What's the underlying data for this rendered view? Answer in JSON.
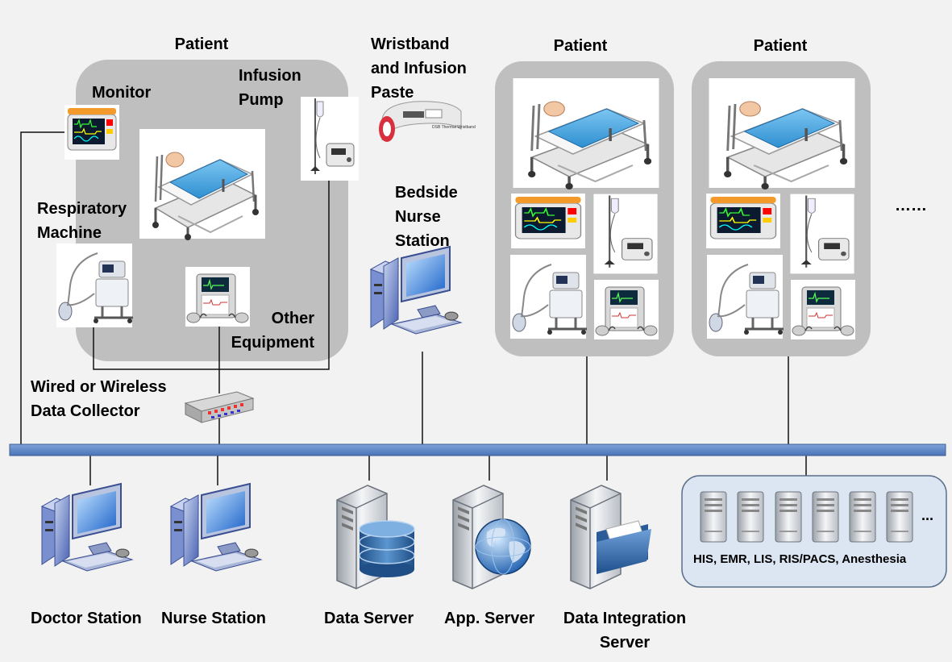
{
  "labels": {
    "patient_1": "Patient",
    "patient_2": "Patient",
    "patient_3": "Patient",
    "monitor": "Monitor",
    "infusion_pump": [
      "Infusion",
      "Pump"
    ],
    "wristband": [
      "Wristband",
      "and Infusion",
      "Paste"
    ],
    "respiratory_machine": [
      "Respiratory",
      "Machine"
    ],
    "other_equipment": [
      "Other",
      "Equipment"
    ],
    "bedside_nurse_station": [
      "Bedside",
      "Nurse",
      "Station"
    ],
    "data_collector": [
      "Wired or Wireless",
      "Data Collector"
    ],
    "more_patients": "……",
    "doctor_station": "Doctor Station",
    "nurse_station": "Nurse Station",
    "data_server": "Data Server",
    "app_server": "App. Server",
    "data_integration_server": [
      "Data Integration",
      "Server"
    ],
    "hospital_systems": "HIS, EMR, LIS, RIS/PACS, Anesthesia",
    "more_servers": "..."
  },
  "wristband_print": "DSB Thermal Wristband",
  "colors": {
    "background": "#f2f2f2",
    "patient_panel": "#bfbfbf",
    "bus": "#5b84c4",
    "server_group": "#dce6f2"
  }
}
